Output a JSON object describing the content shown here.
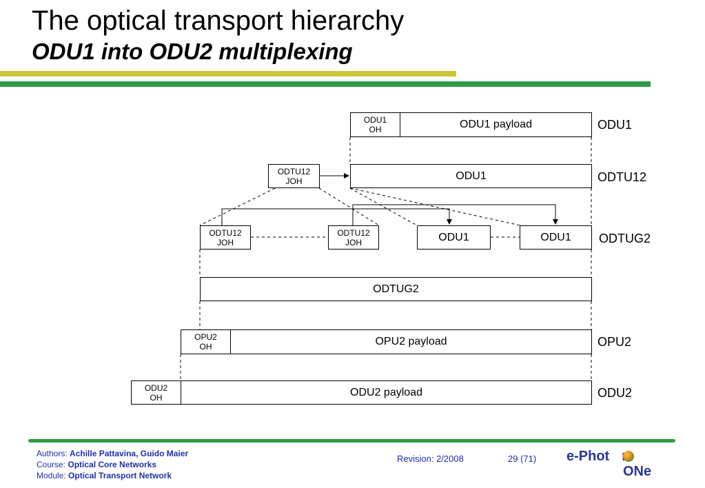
{
  "header": {
    "title": "The optical transport hierarchy",
    "subtitle": "ODU1 into ODU2 multiplexing"
  },
  "diagram": {
    "odu1_oh": "ODU1\nOH",
    "odu1_payload": "ODU1 payload",
    "odtu12_joh_top": "ODTU12\nJOH",
    "odtu12_odu1": "ODU1",
    "odtug_joh_a": "ODTU12\nJOH",
    "odtug_joh_b": "ODTU12\nJOH",
    "odtug_odu1_a": "ODU1",
    "odtug_odu1_b": "ODU1",
    "odtug2": "ODTUG2",
    "opu2_oh": "OPU2\nOH",
    "opu2_payload": "OPU2 payload",
    "odu2_oh": "ODU2\nOH",
    "odu2_payload": "ODU2 payload",
    "labels": {
      "odu1": "ODU1",
      "odtu12": "ODTU12",
      "odtug2": "ODTUG2",
      "opu2": "OPU2",
      "odu2": "ODU2"
    }
  },
  "footer": {
    "authors_label": "Authors: ",
    "authors": "Achille Pattavina, Guido Maier",
    "course_label": "Course: ",
    "course": "Optical Core Networks",
    "module_label": "Module: ",
    "module": "Optical Transport Network",
    "revision": "Revision: 2/2008",
    "page": "29 (71)",
    "logo_top": "e-Phot",
    "logo_top_end": "n",
    "logo_bottom": "ONe"
  },
  "colors": {
    "accent_green": "#2e9a46",
    "accent_yellow": "#c8c83a",
    "footer_blue": "#1f2fa8"
  }
}
